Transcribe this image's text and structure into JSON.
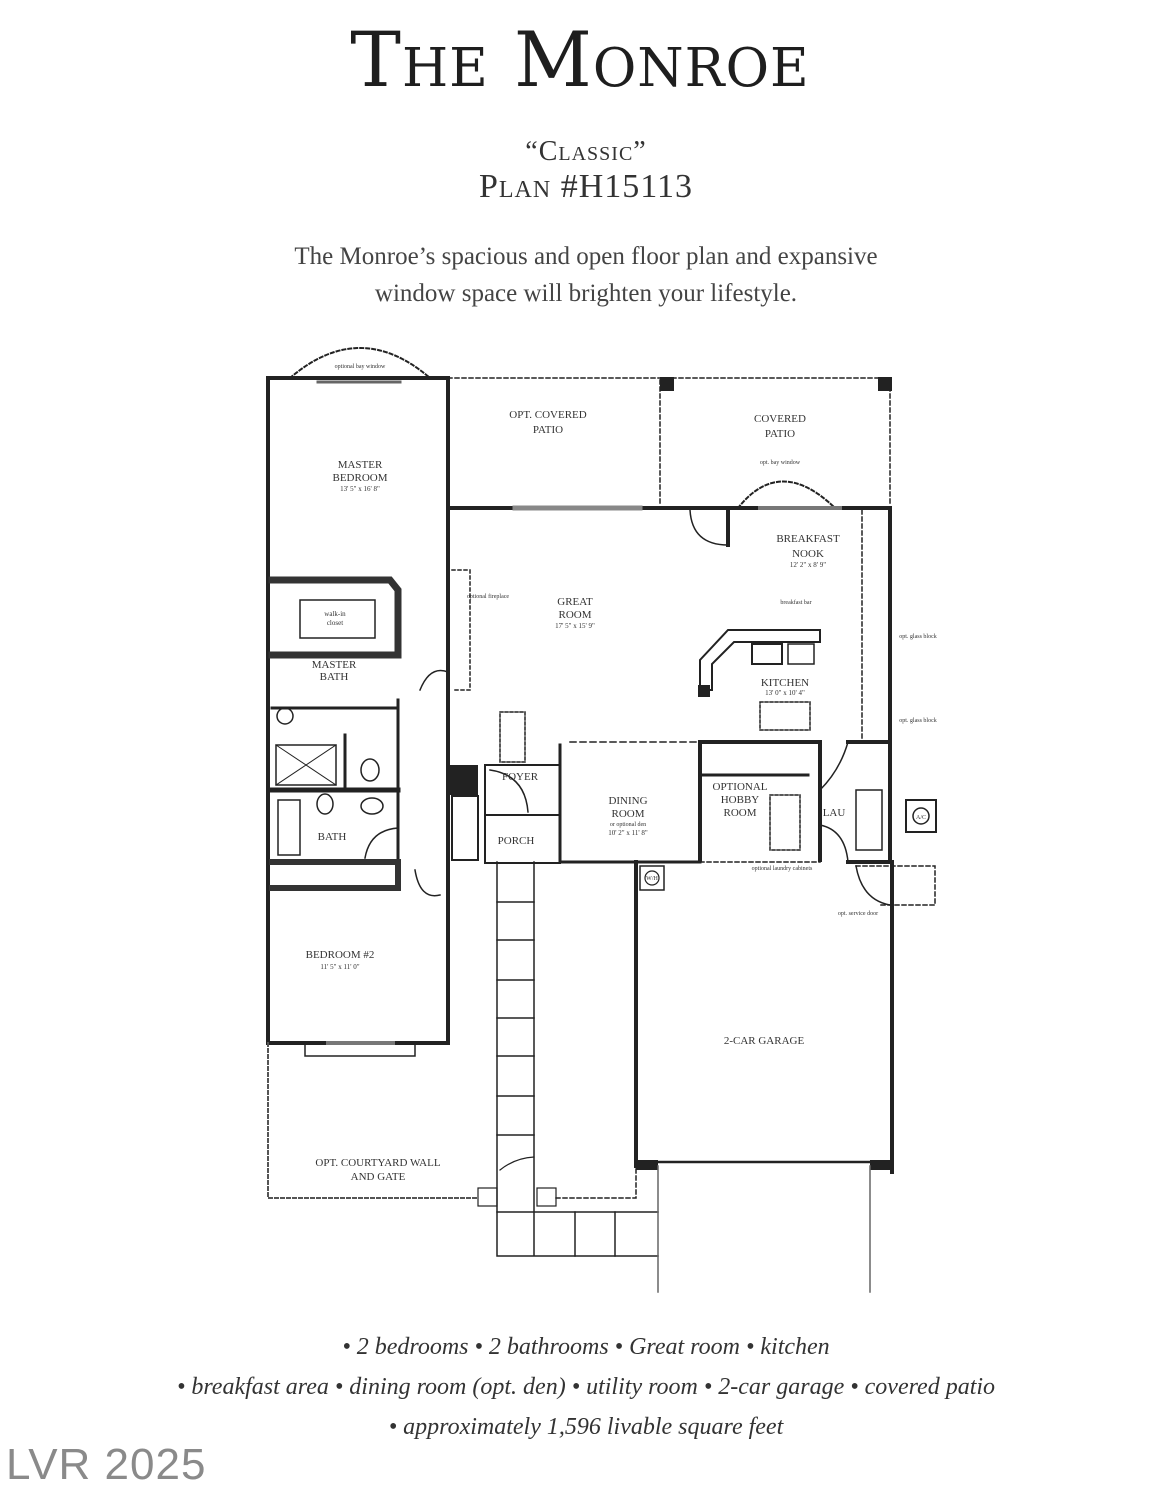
{
  "header": {
    "title": "The Monroe",
    "style_name": "“Classic”",
    "plan_number": "Plan #H15113",
    "description_line1": "The Monroe’s spacious and open floor plan and expansive",
    "description_line2": "window space will brighten your lifestyle."
  },
  "floorplan": {
    "rooms": [
      {
        "id": "master-bedroom",
        "name": "Master Bedroom",
        "line1": "MASTER",
        "line2": "BEDROOM",
        "dims": "13' 5\" x 16' 8\""
      },
      {
        "id": "opt-covered-patio",
        "name": "Opt. Covered Patio",
        "line1": "OPT. COVERED",
        "line2": "PATIO"
      },
      {
        "id": "covered-patio",
        "name": "Covered Patio",
        "line1": "COVERED",
        "line2": "PATIO"
      },
      {
        "id": "breakfast-nook",
        "name": "Breakfast Nook",
        "line1": "BREAKFAST",
        "line2": "NOOK",
        "dims": "12' 2\" x 8' 9\""
      },
      {
        "id": "great-room",
        "name": "Great Room",
        "line1": "GREAT",
        "line2": "ROOM",
        "dims": "17' 5\" x 15' 9\""
      },
      {
        "id": "master-bath",
        "name": "Master Bath",
        "line1": "MASTER",
        "line2": "BATH"
      },
      {
        "id": "walk-in-closet",
        "name": "Walk-in Closet",
        "line1": "walk-in",
        "line2": "closet"
      },
      {
        "id": "kitchen",
        "name": "Kitchen",
        "line1": "KITCHEN",
        "dims": "13' 0\" x 10' 4\""
      },
      {
        "id": "foyer",
        "name": "Foyer",
        "line1": "FOYER"
      },
      {
        "id": "dining-room",
        "name": "Dining Room",
        "line1": "DINING",
        "line2": "ROOM",
        "note": "or optional den",
        "dims": "10' 2\" x 11' 8\""
      },
      {
        "id": "optional-hobby-room",
        "name": "Optional Hobby Room",
        "line1": "OPTIONAL",
        "line2": "HOBBY",
        "line3": "ROOM"
      },
      {
        "id": "laundry",
        "name": "Laundry",
        "line1": "LAU"
      },
      {
        "id": "porch",
        "name": "Porch",
        "line1": "PORCH"
      },
      {
        "id": "bath",
        "name": "Bath",
        "line1": "BATH"
      },
      {
        "id": "bedroom-2",
        "name": "Bedroom #2",
        "line1": "BEDROOM #2",
        "dims": "11' 5\" x 11' 0\""
      },
      {
        "id": "two-car-garage",
        "name": "2-Car Garage",
        "line1": "2-CAR GARAGE"
      },
      {
        "id": "opt-courtyard",
        "name": "Opt. Courtyard Wall and Gate",
        "line1": "OPT. COURTYARD WALL",
        "line2": "AND GATE"
      }
    ],
    "annotations": {
      "master_window": "optional bay window",
      "patio_window": "opt. bay window",
      "great_room_fireplace": "optional fireplace",
      "breakfast_bar": "breakfast bar",
      "tall_glass_block_1": "opt. glass block",
      "tall_glass_block_2": "opt. glass block",
      "hobby_cabinets": "optional laundry cabinets",
      "garage_service_door": "opt. service door",
      "water_heater": "W/H",
      "ac_unit": "A/C"
    }
  },
  "features": {
    "line1": "• 2 bedrooms • 2 bathrooms  • Great room • kitchen",
    "line2": "• breakfast area • dining room (opt. den) • utility room • 2-car garage • covered patio",
    "line3": "• approximately 1,596 livable square feet"
  },
  "watermark": "LVR 2025"
}
